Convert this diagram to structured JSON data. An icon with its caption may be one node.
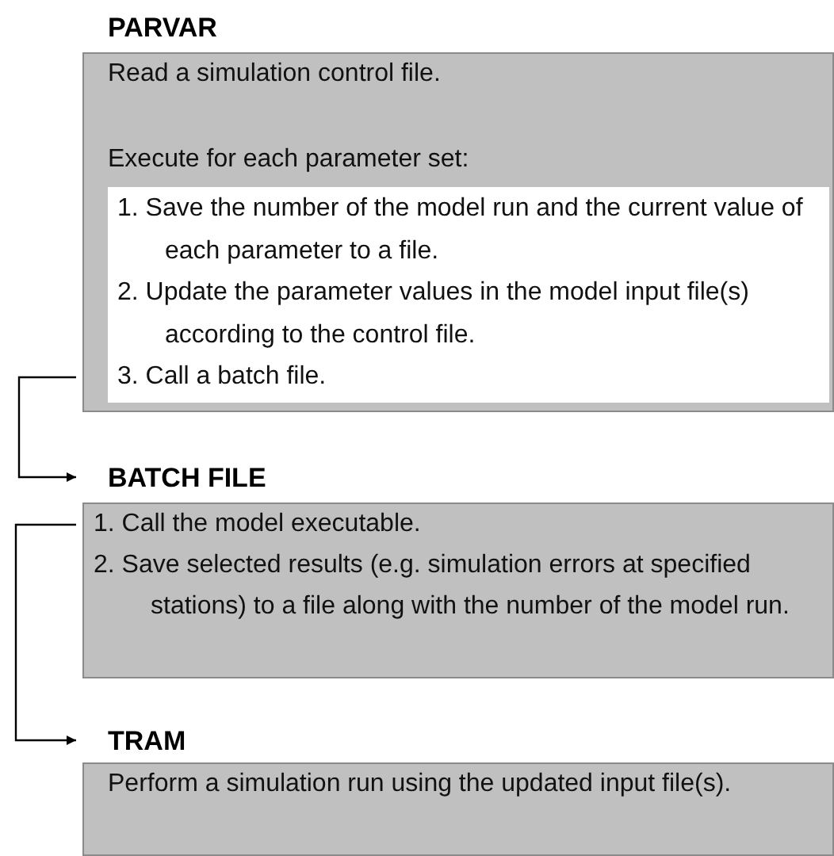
{
  "diagram": {
    "nodes": [
      {
        "text": [
          "PARVAR",
          "Read a simulation control file.",
          "Execute for each parameter set:"
        ]
      },
      {
        "text": [
          "1. Save the number of the model run and the current value of each parameter to a file.",
          "2. Update the parameter values in the model input file(s) according to the control file.",
          "3. Call a batch file."
        ],
        "in": 0
      },
      {
        "text": [
          "BATCH FILE",
          "1. Call the model executable.",
          "2. Save selected results (e.g. simulation errors at specified stations) to a file along with the number of the model run."
        ]
      },
      {
        "text": [
          "TRAM",
          "Perform a simulation run using the updated input file(s)."
        ]
      }
    ],
    "edges": [
      {
        "from": 0,
        "to": 2,
        "arrow": "to"
      },
      {
        "from": 2,
        "to": 3,
        "arrow": "to"
      }
    ]
  }
}
